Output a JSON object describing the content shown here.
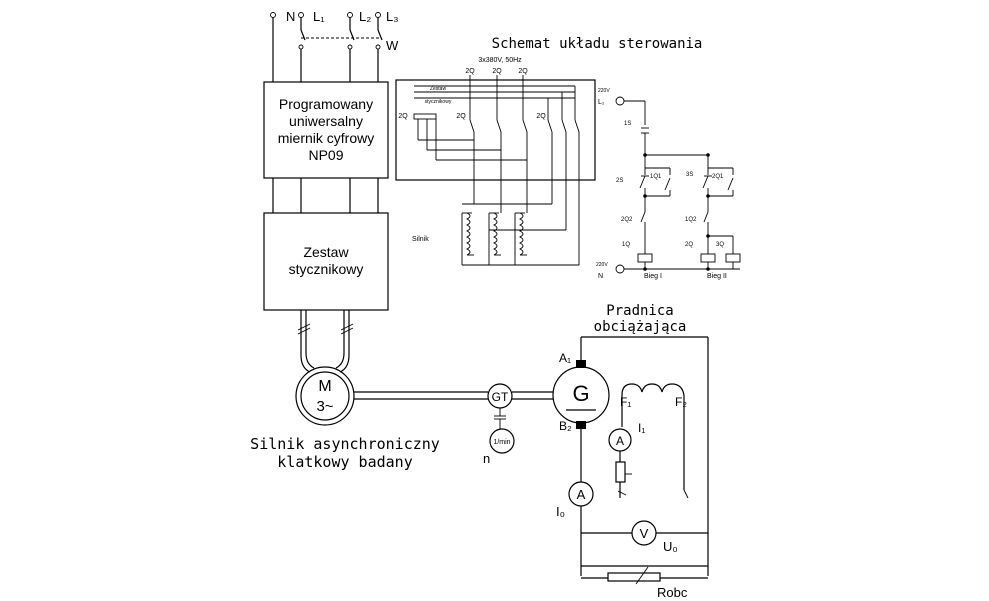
{
  "supply": {
    "n": "N",
    "l1": "L₁",
    "l2": "L₂",
    "l3": "L₃",
    "switch": "W"
  },
  "meter_box": {
    "line1": "Programowany",
    "line2": "uniwersalny",
    "line3": "miernik cyfrowy",
    "line4": "NP09"
  },
  "contactor_box": {
    "line1": "Zestaw",
    "line2": "stycznikowy"
  },
  "motor": {
    "symbol": "M",
    "sub": "3~",
    "caption1": "Silnik asynchroniczny",
    "caption2": "klatkowy badany"
  },
  "tacho": {
    "label": "GT",
    "meter": "1/min",
    "speed": "n"
  },
  "control": {
    "title": "Schemat układu sterowania",
    "supply": "3x380V, 50Hz",
    "zestaw1": "Zestaw",
    "zestaw2": "stycznikowy",
    "q2a": "2Q",
    "q2b": "2Q",
    "q2c": "2Q",
    "q2d": "2Q",
    "q2e": "2Q",
    "q2f": "2Q",
    "silnik": "Silnik",
    "v220top": "220V",
    "l1": "L₁",
    "s1": "1S",
    "s2": "2S",
    "s3": "3S",
    "q1a": "1Q1",
    "q1b": "2Q1",
    "q2_1": "2Q2",
    "q2_2": "1Q2",
    "c1": "1Q",
    "c2": "2Q",
    "c3": "3Q",
    "v220bot": "220V",
    "nbot": "N",
    "bieg1": "Bieg I",
    "bieg2": "Bieg II"
  },
  "generator": {
    "title1": "Pradnica",
    "title2": "obciążająca",
    "symbol": "G",
    "a1": "A₁",
    "b2": "B₂",
    "f1": "F₁",
    "f2": "F₂",
    "ammeter1": "A",
    "i1": "I₁",
    "ammeter0": "A",
    "i0": "I₀",
    "voltmeter": "V",
    "u0": "U₀",
    "rload": "Robc"
  }
}
